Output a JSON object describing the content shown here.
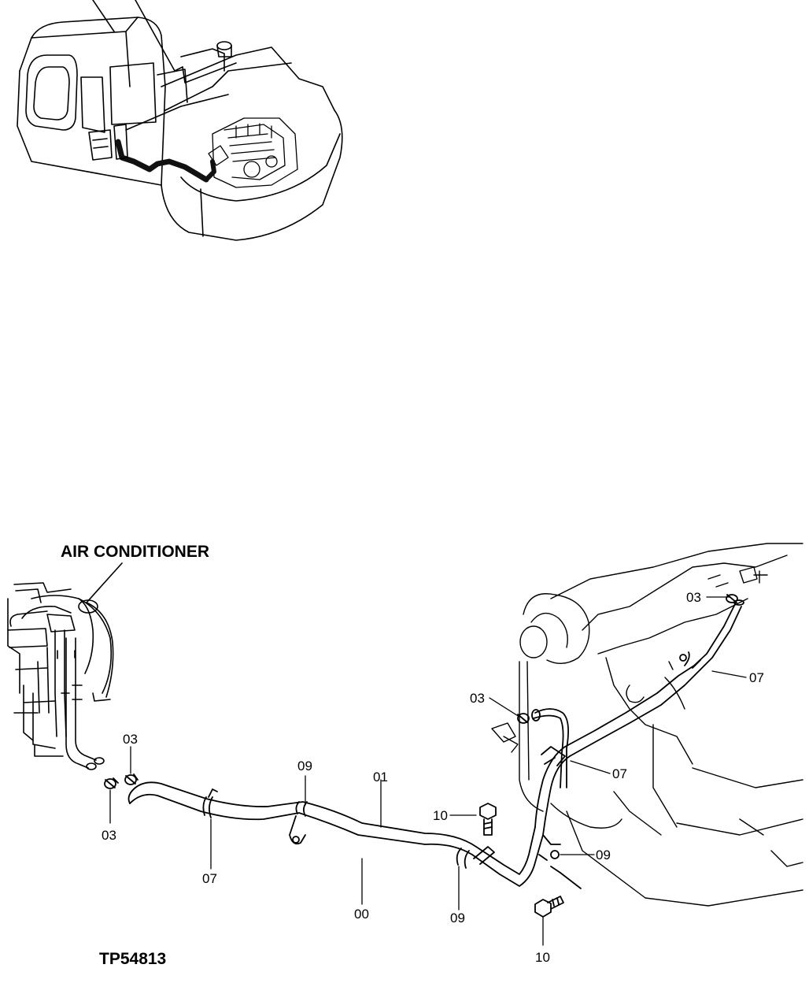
{
  "header_label": "AIR CONDITIONER",
  "figure_id": "TP54813",
  "callouts": {
    "c03_engine_top": "03",
    "c07_engine_right": "07",
    "c03_engine_mid": "03",
    "c07_middle": "07",
    "c03_left_top": "03",
    "c03_left_bottom": "03",
    "c09_left": "09",
    "c01": "01",
    "c10_upper": "10",
    "c09_right": "09",
    "c07_bottom_left": "07",
    "c00": "00",
    "c09_bottom": "09",
    "c10_bottom": "10"
  },
  "colors": {
    "line": "#000000",
    "background": "#ffffff",
    "hose_highlight": "#111111"
  }
}
